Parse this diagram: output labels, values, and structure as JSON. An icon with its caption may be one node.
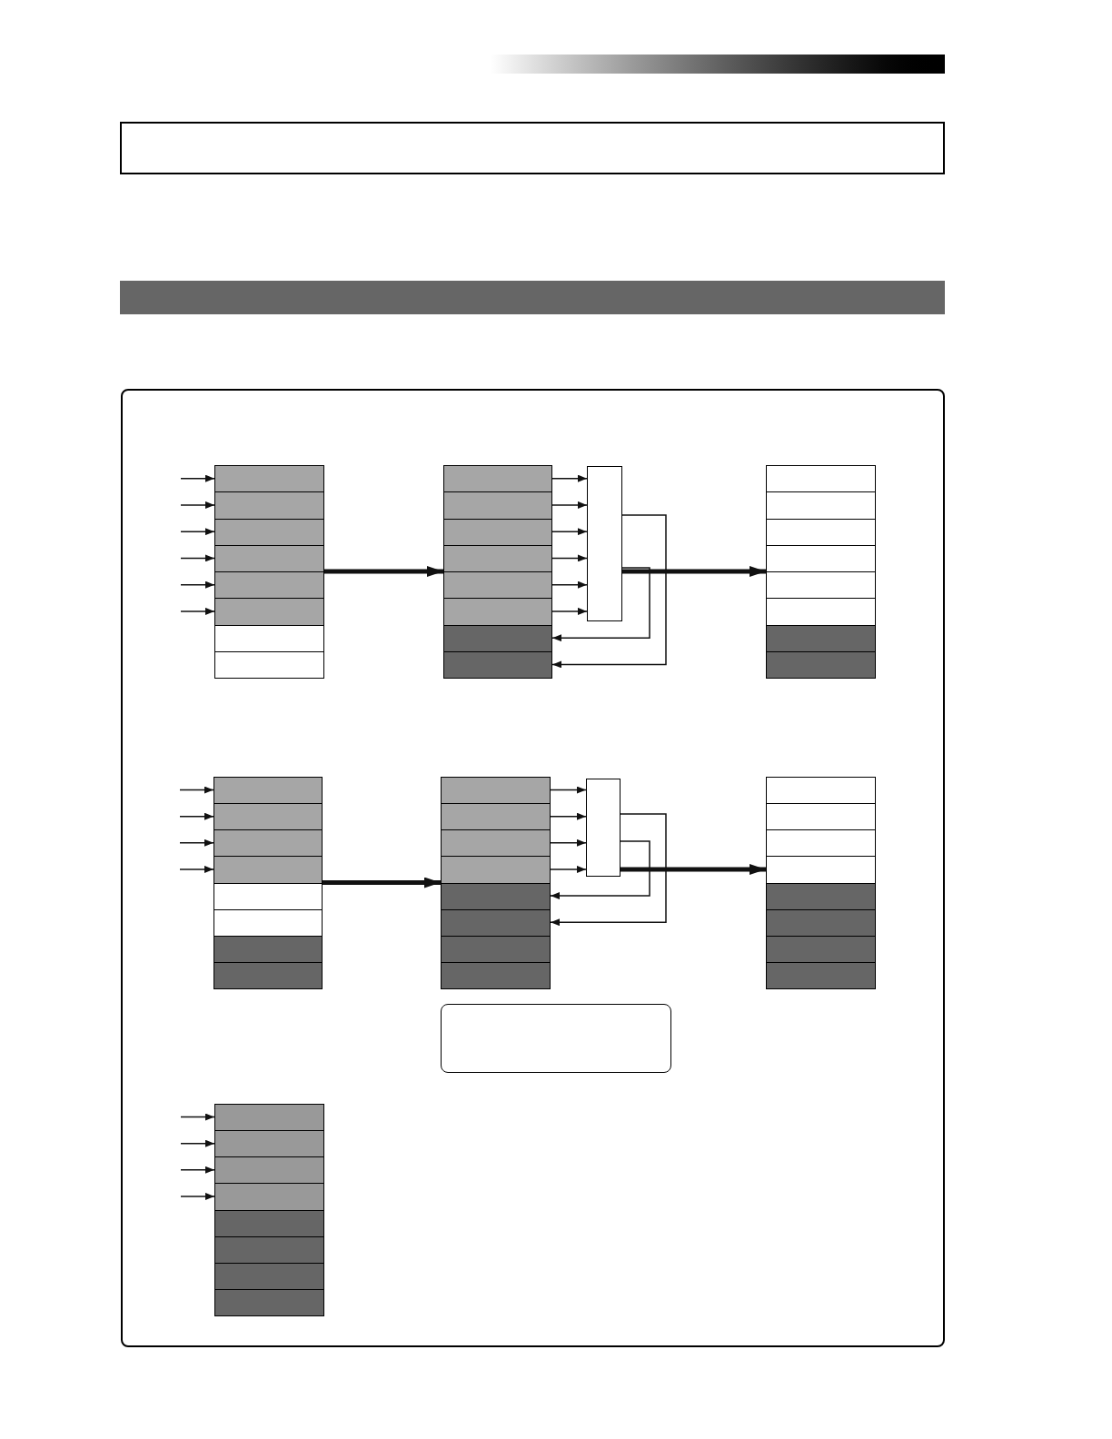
{
  "diagram": {
    "nodes": [
      {
        "text": [],
        "shape": "box"
      },
      {
        "text": [],
        "shape": "bar"
      },
      {
        "text": [],
        "shape": "box"
      },
      {
        "text": [],
        "shape": "box",
        "in": 2
      },
      {
        "text": [],
        "shape": "box",
        "in": 3
      },
      {
        "text": [],
        "shape": "box",
        "in": 3
      },
      {
        "text": [],
        "shape": "box",
        "in": 3
      },
      {
        "text": [],
        "shape": "box",
        "in": 3
      },
      {
        "text": [],
        "shape": "box",
        "in": 3
      },
      {
        "text": [],
        "shape": "box",
        "in": 3
      },
      {
        "text": [],
        "shape": "box",
        "in": 3
      },
      {
        "text": [],
        "shape": "box",
        "in": 3
      },
      {
        "text": [],
        "shape": "box",
        "in": 2
      },
      {
        "text": [],
        "shape": "box",
        "in": 12
      },
      {
        "text": [],
        "shape": "box",
        "in": 12
      },
      {
        "text": [],
        "shape": "box",
        "in": 12
      },
      {
        "text": [],
        "shape": "box",
        "in": 12
      },
      {
        "text": [],
        "shape": "box",
        "in": 12
      },
      {
        "text": [],
        "shape": "box",
        "in": 12
      },
      {
        "text": [],
        "shape": "box",
        "in": 12
      },
      {
        "text": [],
        "shape": "box",
        "in": 12
      },
      {
        "text": [],
        "shape": "box",
        "in": 2
      },
      {
        "text": [],
        "shape": "box",
        "in": 2
      },
      {
        "text": [],
        "shape": "box",
        "in": 22
      },
      {
        "text": [],
        "shape": "box",
        "in": 22
      },
      {
        "text": [],
        "shape": "box",
        "in": 22
      },
      {
        "text": [],
        "shape": "box",
        "in": 22
      },
      {
        "text": [],
        "shape": "box",
        "in": 22
      },
      {
        "text": [],
        "shape": "box",
        "in": 22
      },
      {
        "text": [],
        "shape": "box",
        "in": 22
      },
      {
        "text": [],
        "shape": "box",
        "in": 22
      },
      {
        "text": [],
        "shape": "box",
        "in": 2
      },
      {
        "text": [],
        "shape": "box",
        "in": 31
      },
      {
        "text": [],
        "shape": "box",
        "in": 31
      },
      {
        "text": [],
        "shape": "box",
        "in": 31
      },
      {
        "text": [],
        "shape": "box",
        "in": 31
      },
      {
        "text": [],
        "shape": "box",
        "in": 31
      },
      {
        "text": [],
        "shape": "box",
        "in": 31
      },
      {
        "text": [],
        "shape": "box",
        "in": 31
      },
      {
        "text": [],
        "shape": "box",
        "in": 31
      },
      {
        "text": [],
        "shape": "box",
        "in": 2
      },
      {
        "text": [],
        "shape": "box",
        "in": 40
      },
      {
        "text": [],
        "shape": "box",
        "in": 40
      },
      {
        "text": [],
        "shape": "box",
        "in": 40
      },
      {
        "text": [],
        "shape": "box",
        "in": 40
      },
      {
        "text": [],
        "shape": "box",
        "in": 40
      },
      {
        "text": [],
        "shape": "box",
        "in": 40
      },
      {
        "text": [],
        "shape": "box",
        "in": 40
      },
      {
        "text": [],
        "shape": "box",
        "in": 40
      },
      {
        "text": [],
        "shape": "box",
        "in": 2
      },
      {
        "text": [],
        "shape": "box",
        "in": 2
      },
      {
        "text": [],
        "shape": "box",
        "in": 50
      },
      {
        "text": [],
        "shape": "box",
        "in": 50
      },
      {
        "text": [],
        "shape": "box",
        "in": 50
      },
      {
        "text": [],
        "shape": "box",
        "in": 50
      },
      {
        "text": [],
        "shape": "box",
        "in": 50
      },
      {
        "text": [],
        "shape": "box",
        "in": 50
      },
      {
        "text": [],
        "shape": "box",
        "in": 50
      },
      {
        "text": [],
        "shape": "box",
        "in": 50
      },
      {
        "text": [],
        "shape": "box",
        "in": 2
      },
      {
        "text": [],
        "shape": "box",
        "in": 2
      },
      {
        "text": [],
        "shape": "box",
        "in": 60
      },
      {
        "text": [],
        "shape": "box",
        "in": 60
      },
      {
        "text": [],
        "shape": "box",
        "in": 60
      },
      {
        "text": [],
        "shape": "box",
        "in": 60
      },
      {
        "text": [],
        "shape": "box",
        "in": 60
      },
      {
        "text": [],
        "shape": "box",
        "in": 60
      },
      {
        "text": [],
        "shape": "box",
        "in": 60
      },
      {
        "text": [],
        "shape": "box",
        "in": 60
      }
    ],
    "edges": [
      {
        "from": null,
        "to": 4,
        "arrow": "to"
      },
      {
        "from": null,
        "to": 5,
        "arrow": "to"
      },
      {
        "from": null,
        "to": 6,
        "arrow": "to"
      },
      {
        "from": null,
        "to": 7,
        "arrow": "to"
      },
      {
        "from": null,
        "to": 8,
        "arrow": "to"
      },
      {
        "from": null,
        "to": 9,
        "arrow": "to"
      },
      {
        "from": 3,
        "to": 12,
        "arrow": "to",
        "style": "thick"
      },
      {
        "from": 13,
        "to": 21,
        "arrow": "to"
      },
      {
        "from": 14,
        "to": 21,
        "arrow": "to"
      },
      {
        "from": 15,
        "to": 21,
        "arrow": "to"
      },
      {
        "from": 16,
        "to": 21,
        "arrow": "to"
      },
      {
        "from": 17,
        "to": 21,
        "arrow": "to"
      },
      {
        "from": 18,
        "to": 21,
        "arrow": "to"
      },
      {
        "from": 21,
        "to": 19,
        "arrow": "to"
      },
      {
        "from": 21,
        "to": 20,
        "arrow": "to"
      },
      {
        "from": 21,
        "to": 22,
        "arrow": "to",
        "style": "thick"
      },
      {
        "from": null,
        "to": 32,
        "arrow": "to"
      },
      {
        "from": null,
        "to": 33,
        "arrow": "to"
      },
      {
        "from": null,
        "to": 34,
        "arrow": "to"
      },
      {
        "from": null,
        "to": 35,
        "arrow": "to"
      },
      {
        "from": 31,
        "to": 40,
        "arrow": "to",
        "style": "thick"
      },
      {
        "from": 41,
        "to": 49,
        "arrow": "to"
      },
      {
        "from": 42,
        "to": 49,
        "arrow": "to"
      },
      {
        "from": 43,
        "to": 49,
        "arrow": "to"
      },
      {
        "from": 44,
        "to": 49,
        "arrow": "to"
      },
      {
        "from": 49,
        "to": 45,
        "arrow": "to"
      },
      {
        "from": 49,
        "to": 46,
        "arrow": "to"
      },
      {
        "from": 49,
        "to": 50,
        "arrow": "to",
        "style": "thick"
      },
      {
        "from": null,
        "to": 61,
        "arrow": "to"
      },
      {
        "from": null,
        "to": 62,
        "arrow": "to"
      },
      {
        "from": null,
        "to": 63,
        "arrow": "to"
      },
      {
        "from": null,
        "to": 64,
        "arrow": "to"
      }
    ]
  }
}
